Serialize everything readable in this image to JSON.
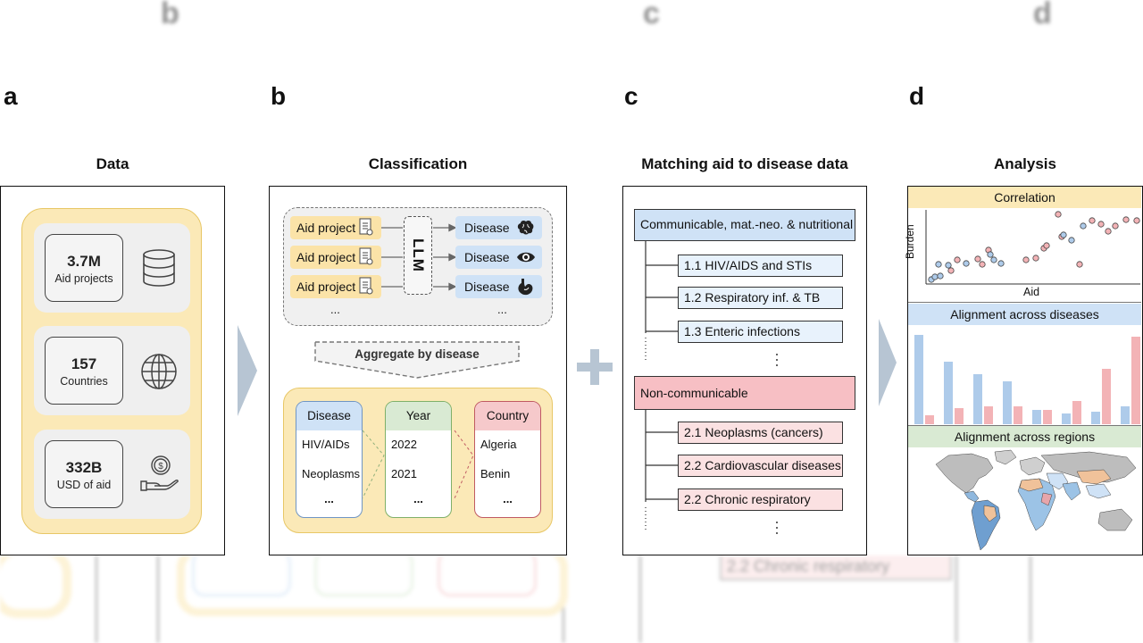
{
  "panels": {
    "a": {
      "letter": "a",
      "title": "Data",
      "stats": [
        {
          "value": "3.7M",
          "label": "Aid projects",
          "icon": "database-icon"
        },
        {
          "value": "157",
          "label": "Countries",
          "icon": "globe-icon"
        },
        {
          "value": "332B",
          "label": "USD of aid",
          "icon": "money-hand-icon"
        }
      ]
    },
    "b": {
      "letter": "b",
      "title": "Classification",
      "aid_label": "Aid project",
      "disease_label": "Disease",
      "llm_label": "LLM",
      "ellipsis": "...",
      "aggregate_label": "Aggregate by disease",
      "columns": [
        {
          "header": "Disease",
          "cells": [
            "HIV/AIDs",
            "Neoplasms"
          ],
          "more": "...",
          "color": "#cfe2f6",
          "border": "#6f95c4"
        },
        {
          "header": "Year",
          "cells": [
            "2022",
            "2021"
          ],
          "more": "...",
          "color": "#d9ead3",
          "border": "#7fb069"
        },
        {
          "header": "Country",
          "cells": [
            "Algeria",
            "Benin"
          ],
          "more": "...",
          "color": "#f6c9cb",
          "border": "#c05a62"
        }
      ]
    },
    "c": {
      "letter": "c",
      "title": "Matching aid to disease data",
      "categories": [
        {
          "label": "Communicable, mat.-neo. & nutritional",
          "color": "#cfe2f6",
          "subs": [
            "1.1 HIV/AIDS and STIs",
            "1.2 Respiratory inf. & TB",
            "1.3 Enteric infections"
          ],
          "sub_color": "#e8f2fc"
        },
        {
          "label": "Non-communicable",
          "color": "#f7bfc4",
          "subs": [
            "2.1 Neoplasms (cancers)",
            "2.2 Cardiovascular diseases",
            "2.2 Chronic respiratory"
          ],
          "sub_color": "#fbe1e2"
        }
      ]
    },
    "d": {
      "letter": "d",
      "title": "Analysis",
      "sections": [
        {
          "label": "Correlation",
          "color": "#fbe9b7"
        },
        {
          "label": "Alignment across diseases",
          "color": "#cfe2f6"
        },
        {
          "label": "Alignment across regions",
          "color": "#d9ead3"
        }
      ],
      "scatter": {
        "xlabel": "Aid",
        "ylabel": "Burden"
      }
    }
  },
  "colors": {
    "aid_blue": "#aecbea",
    "burden_red": "#f3b3b6",
    "arrow_gray": "#b7c5d3"
  }
}
